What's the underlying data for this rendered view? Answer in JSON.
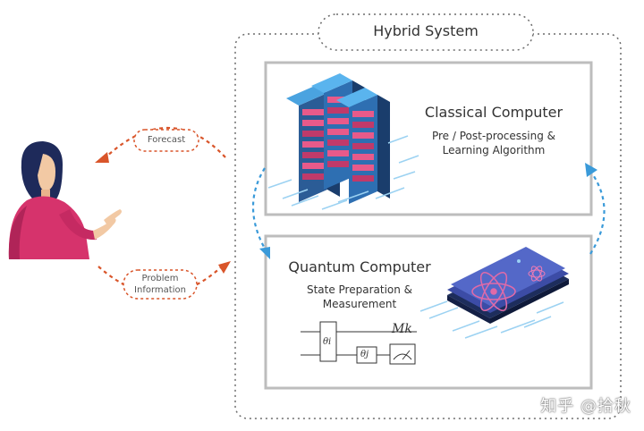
{
  "hybrid_system": {
    "title": "Hybrid System"
  },
  "classical": {
    "title": "Classical Computer",
    "subtitle": "Pre / Post-processing & Learning Algorithm"
  },
  "quantum": {
    "title": "Quantum Computer",
    "subtitle": "State Preparation & Measurement",
    "circuit": {
      "gate1": "θi",
      "gate2": "θj",
      "measure": "Mk"
    }
  },
  "flows": {
    "forecast": "Forecast",
    "problem": "Problem Information"
  },
  "watermark": "知乎 @拾秋",
  "colors": {
    "orange_dashed": "#d9552a",
    "blue_dashed": "#3a9ad9",
    "box_gray": "#9a9a9a",
    "person_pink": "#d6336c",
    "person_hair": "#1e2a5a",
    "server_blue": "#2e6fb2",
    "chip_purple": "#3b3f9a"
  }
}
